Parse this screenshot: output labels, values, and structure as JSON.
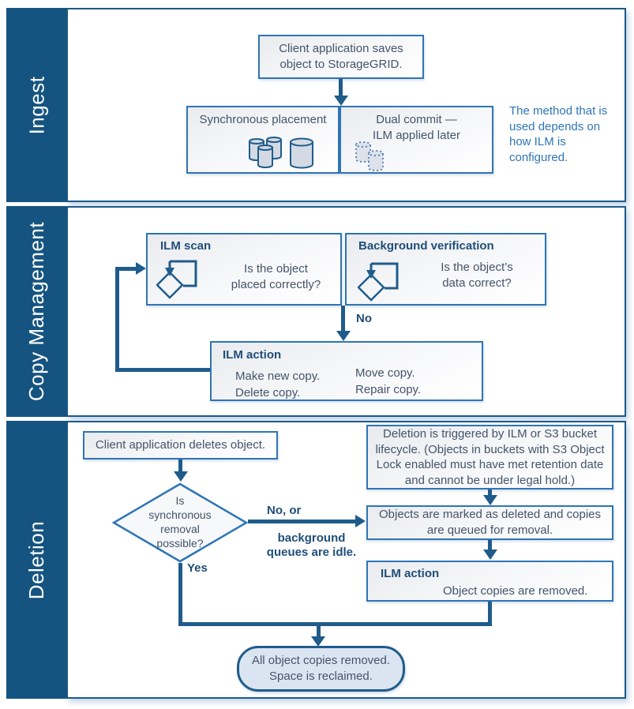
{
  "colors": {
    "line": "#1f5c8b",
    "sidebar": "#155480",
    "box-border": "#2e75b6",
    "heading": "#1f4e79",
    "body": "#44546a",
    "note": "#2e75b6",
    "stadium-fill": "#dbe5f1"
  },
  "sidebar": {
    "sections": [
      {
        "label": "Ingest"
      },
      {
        "label": "Copy Management"
      },
      {
        "label": "Deletion"
      }
    ]
  },
  "ingest": {
    "client_save": "Client application saves\nobject to StorageGRID.",
    "sync_placement": "Synchronous placement",
    "dual_commit": "Dual commit —\nILM applied later",
    "side_note": "The method that is\nused depends on\nhow ILM is\nconfigured."
  },
  "copy_management": {
    "ilm_scan": {
      "title": "ILM scan",
      "question": "Is the object\nplaced correctly?"
    },
    "background_verification": {
      "title": "Background verification",
      "question": "Is the object’s\ndata correct?"
    },
    "no_label": "No",
    "ilm_action": {
      "title": "ILM action",
      "actions_col1": "Make new copy.\nDelete copy.",
      "actions_col2": "Move copy.\nRepair copy."
    }
  },
  "deletion": {
    "client_delete": "Client application deletes object.",
    "decision": "Is\nsynchronous\nremoval\npossible?",
    "no_label": "No, or",
    "no_sublabel": "background\nqueues are idle.",
    "yes_label": "Yes",
    "trigger_note": "Deletion is triggered by ILM or  S3 bucket\nlifecycle. (Objects in buckets with S3 Object\nLock enabled must have met retention date\nand cannot be under legal hold.)",
    "marked": "Objects are marked as deleted and copies\nare queued for removal.",
    "ilm_action": {
      "title": "ILM action",
      "body": "Object copies are removed."
    },
    "final": "All object copies removed.\nSpace is reclaimed."
  }
}
